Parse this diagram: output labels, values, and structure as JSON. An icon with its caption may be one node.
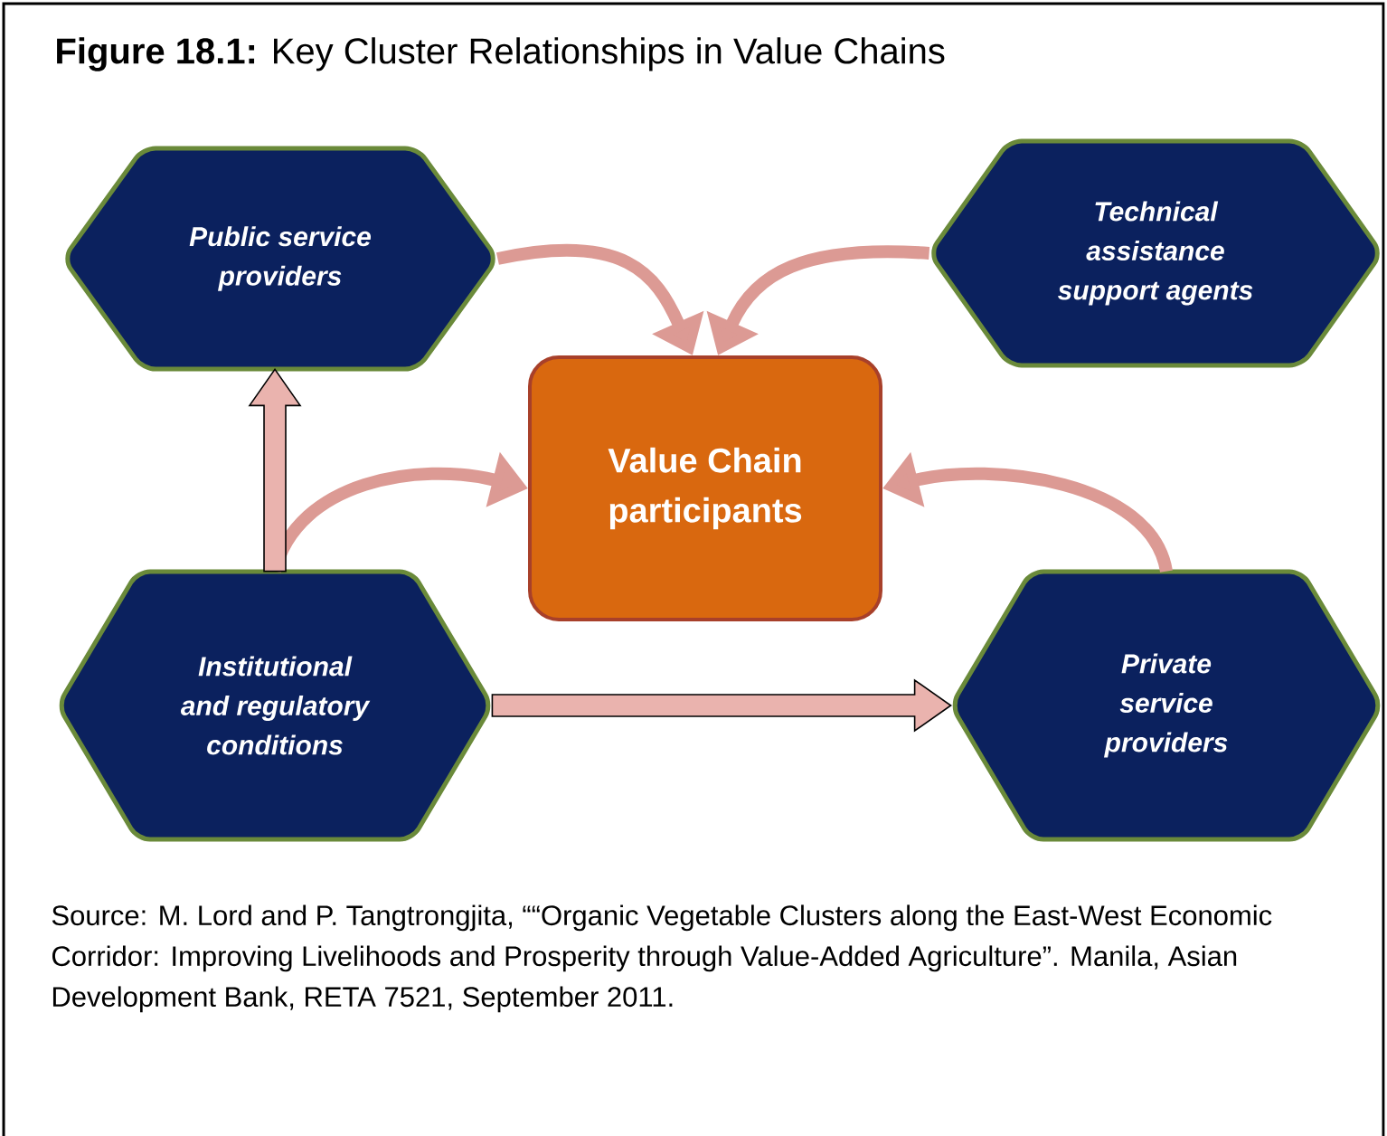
{
  "diagram": {
    "title": "**Figure 18.1:** Key Cluster Relationships in Value Chains",
    "caption": "Source: M. Lord and P. Tangtrongjita, ““Organic Vegetable Clusters along the East-West Economic Corridor: Improving Livelihoods and Prosperity through Value-Added Agriculture”. Manila, Asian Development Bank, RETA 7521, September 2011.",
    "nodes": [
      {
        "text": [
          "Public service providers"
        ]
      },
      {
        "text": [
          "Technical assistance support agents"
        ]
      },
      {
        "text": [
          "Value Chain participants"
        ]
      },
      {
        "text": [
          "Institutional and regulatory conditions"
        ]
      },
      {
        "text": [
          "Private service providers"
        ]
      }
    ],
    "edges": [
      {
        "from": 0,
        "to": 2,
        "arrow": "to"
      },
      {
        "from": 1,
        "to": 2,
        "arrow": "to"
      },
      {
        "from": 3,
        "to": 2,
        "arrow": "to"
      },
      {
        "from": 4,
        "to": 2,
        "arrow": "to"
      },
      {
        "from": 3,
        "to": 0,
        "arrow": "to"
      },
      {
        "from": 3,
        "to": 4,
        "arrow": "to"
      }
    ]
  }
}
